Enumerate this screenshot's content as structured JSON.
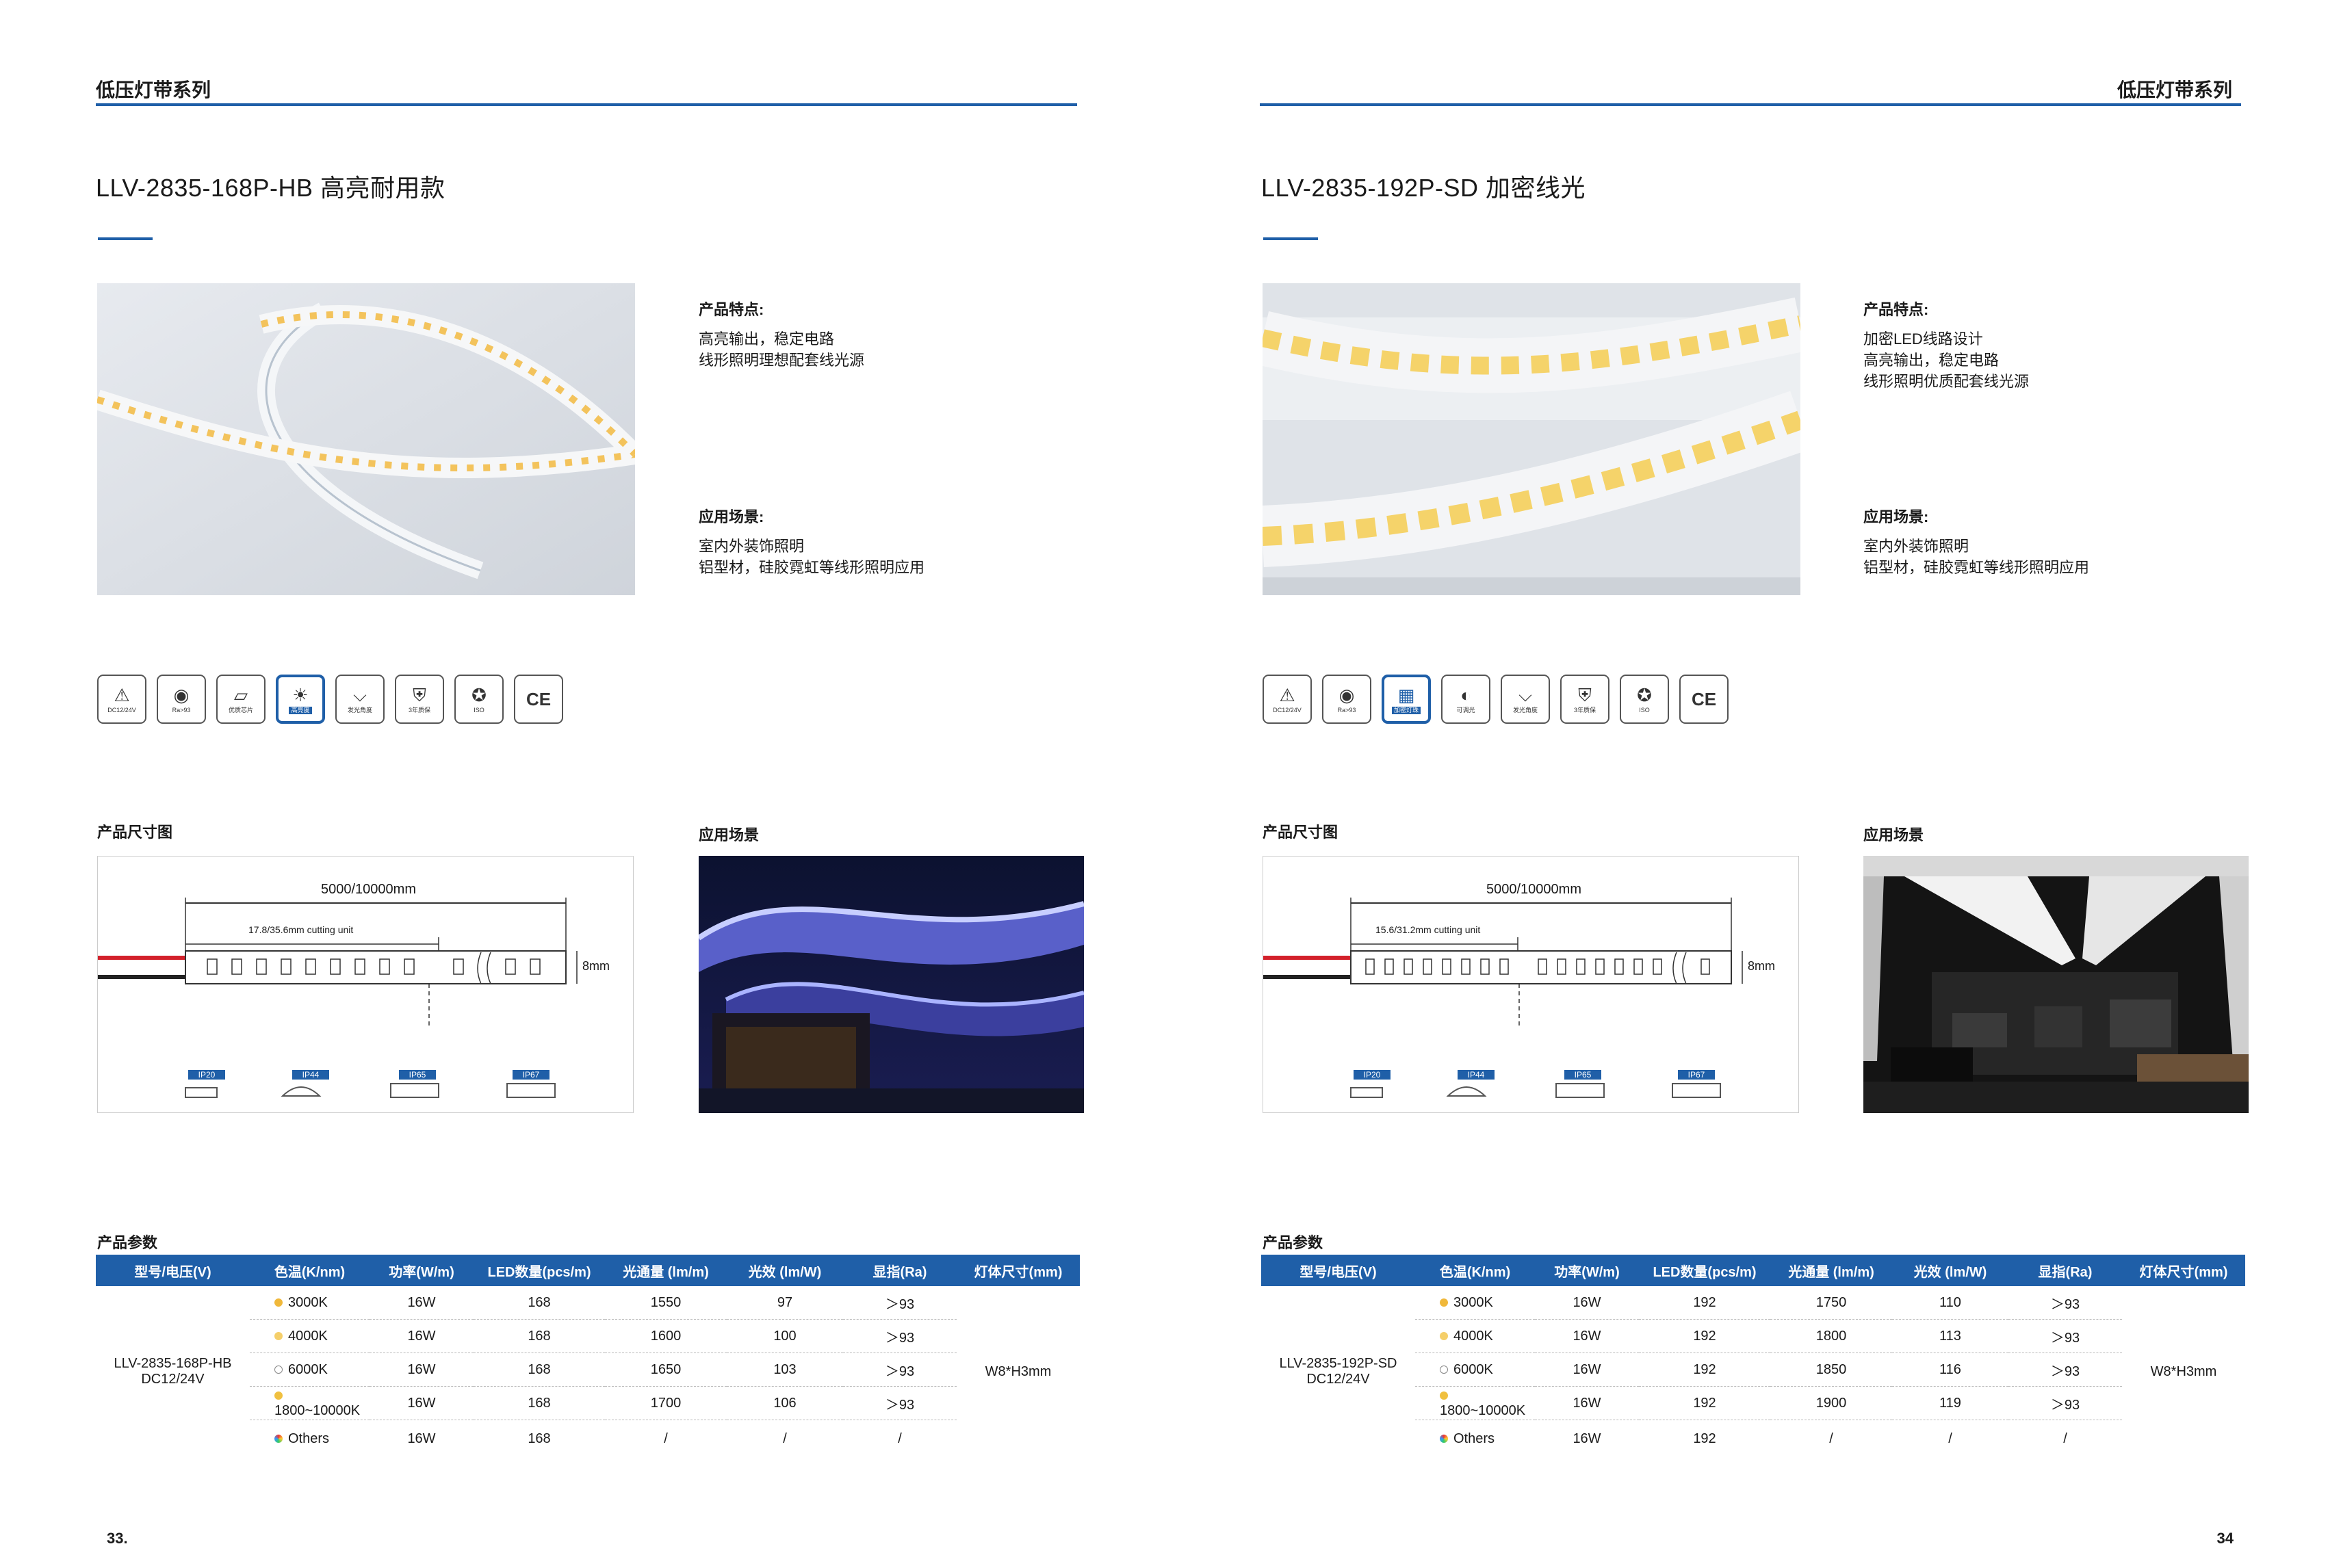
{
  "pages": [
    {
      "series": "低压灯带系列",
      "title": "LLV-2835-168P-HB 高亮耐用款",
      "features_heading": "产品特点:",
      "features": "高亮输出，稳定电路\n线形照明理想配套线光源",
      "app_heading": "应用场景:",
      "app_text": "室内外装饰照明\n铝型材，硅胶霓虹等线形照明应用",
      "icons": [
        {
          "name": "voltage-icon",
          "glyph": "⚠",
          "label": "DC12/24V",
          "hl": false
        },
        {
          "name": "eye-ra-icon",
          "glyph": "◉",
          "label": "Ra>93",
          "hl": false
        },
        {
          "name": "chip-icon",
          "glyph": "▱",
          "label": "优质芯片",
          "hl": false
        },
        {
          "name": "bulb-icon",
          "glyph": "☀",
          "label": "高亮度",
          "hl": true
        },
        {
          "name": "beam-angle-icon",
          "glyph": "⌵",
          "label": "发光角度",
          "hl": false
        },
        {
          "name": "shield-icon",
          "glyph": "⛨",
          "label": "3年质保",
          "hl": false
        },
        {
          "name": "iso-icon",
          "glyph": "✪",
          "label": "ISO",
          "hl": false
        },
        {
          "name": "ce-icon",
          "glyph": "CE",
          "label": "",
          "hl": false
        }
      ],
      "dim_heading": "产品尺寸图",
      "dim_length": "5000/10000mm",
      "dim_unit": "17.8/35.6mm cutting unit",
      "dim_width": "8mm",
      "ip_labels": [
        "IP20",
        "IP44",
        "IP65",
        "IP67"
      ],
      "scene_heading": "应用场景",
      "params_heading": "产品参数",
      "headers": [
        "型号/电压(V)",
        "色温(K/nm)",
        "功率(W/m)",
        "LED数量(pcs/m)",
        "光通量 (lm/m)",
        "光效 (lm/W)",
        "显指(Ra)",
        "灯体尺寸(mm)"
      ],
      "model": "LLV-2835-168P-HB",
      "voltage": "DC12/24V",
      "size": "W8*H3mm",
      "rows": [
        {
          "cct": "3000K",
          "dot": "#f0b83a",
          "power": "16W",
          "led": "168",
          "flux": "1550",
          "eff": "97",
          "ra": "＞93"
        },
        {
          "cct": "4000K",
          "dot": "#f5cf6a",
          "power": "16W",
          "led": "168",
          "flux": "1600",
          "eff": "100",
          "ra": "＞93"
        },
        {
          "cct": "6000K",
          "dot": "#ffffff",
          "power": "16W",
          "led": "168",
          "flux": "1650",
          "eff": "103",
          "ra": "＞93"
        },
        {
          "cct": "1800~10000K",
          "dot": "#f0c040",
          "power": "16W",
          "led": "168",
          "flux": "1700",
          "eff": "106",
          "ra": "＞93"
        },
        {
          "cct": "Others",
          "dot": "#5a8fd8",
          "power": "16W",
          "led": "168",
          "flux": "/",
          "eff": "/",
          "ra": "/"
        }
      ],
      "page_num": "33."
    },
    {
      "series": "低压灯带系列",
      "title": "LLV-2835-192P-SD 加密线光",
      "features_heading": "产品特点:",
      "features": "加密LED线路设计\n高亮输出，稳定电路\n线形照明优质配套线光源",
      "app_heading": "应用场景:",
      "app_text": "室内外装饰照明\n铝型材，硅胶霓虹等线形照明应用",
      "icons": [
        {
          "name": "voltage-icon",
          "glyph": "⚠",
          "label": "DC12/24V",
          "hl": false
        },
        {
          "name": "eye-ra-icon",
          "glyph": "◉",
          "label": "Ra>93",
          "hl": false
        },
        {
          "name": "dense-led-icon",
          "glyph": "▦",
          "label": "加密灯珠",
          "hl": true
        },
        {
          "name": "dimmable-icon",
          "glyph": "◐",
          "label": "可调光",
          "hl": false
        },
        {
          "name": "beam-angle-icon",
          "glyph": "⌵",
          "label": "发光角度",
          "hl": false
        },
        {
          "name": "shield-icon",
          "glyph": "⛨",
          "label": "3年质保",
          "hl": false
        },
        {
          "name": "iso-icon",
          "glyph": "✪",
          "label": "ISO",
          "hl": false
        },
        {
          "name": "ce-icon",
          "glyph": "CE",
          "label": "",
          "hl": false
        }
      ],
      "dim_heading": "产品尺寸图",
      "dim_length": "5000/10000mm",
      "dim_unit": "15.6/31.2mm cutting unit",
      "dim_width": "8mm",
      "ip_labels": [
        "IP20",
        "IP44",
        "IP65",
        "IP67"
      ],
      "scene_heading": "应用场景",
      "params_heading": "产品参数",
      "headers": [
        "型号/电压(V)",
        "色温(K/nm)",
        "功率(W/m)",
        "LED数量(pcs/m)",
        "光通量 (lm/m)",
        "光效 (lm/W)",
        "显指(Ra)",
        "灯体尺寸(mm)"
      ],
      "model": "LLV-2835-192P-SD",
      "voltage": "DC12/24V",
      "size": "W8*H3mm",
      "rows": [
        {
          "cct": "3000K",
          "dot": "#f0b83a",
          "power": "16W",
          "led": "192",
          "flux": "1750",
          "eff": "110",
          "ra": "＞93"
        },
        {
          "cct": "4000K",
          "dot": "#f5cf6a",
          "power": "16W",
          "led": "192",
          "flux": "1800",
          "eff": "113",
          "ra": "＞93"
        },
        {
          "cct": "6000K",
          "dot": "#ffffff",
          "power": "16W",
          "led": "192",
          "flux": "1850",
          "eff": "116",
          "ra": "＞93"
        },
        {
          "cct": "1800~10000K",
          "dot": "#f0c040",
          "power": "16W",
          "led": "192",
          "flux": "1900",
          "eff": "119",
          "ra": "＞93"
        },
        {
          "cct": "Others",
          "dot": "#5a8fd8",
          "power": "16W",
          "led": "192",
          "flux": "/",
          "eff": "/",
          "ra": "/"
        }
      ],
      "page_num": "34"
    }
  ]
}
